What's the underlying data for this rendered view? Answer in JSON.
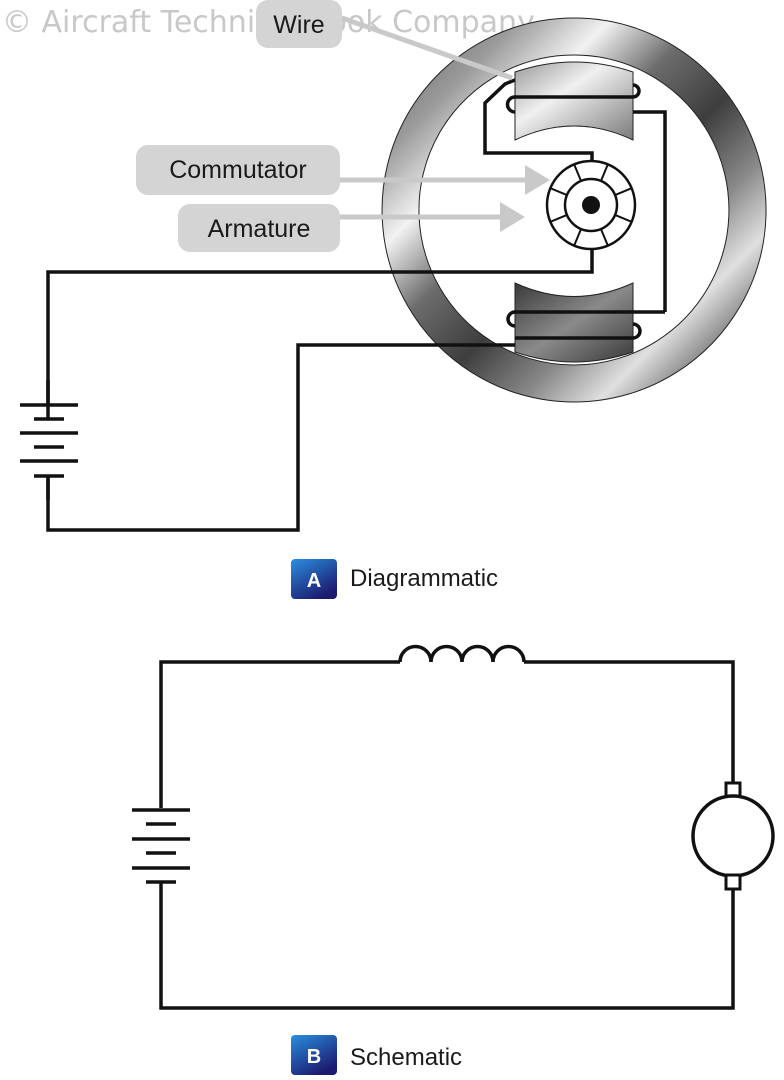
{
  "watermark": "© Aircraft Technical Book Company",
  "diagram_a": {
    "caption_letter": "A",
    "caption": "Diagrammatic",
    "labels": {
      "wire": "Wire",
      "commutator": "Commutator",
      "armature": "Armature"
    }
  },
  "diagram_b": {
    "caption_letter": "B",
    "caption": "Schematic"
  },
  "colors": {
    "badge_top": "#2a8fe0",
    "badge_bottom": "#1c1a6e",
    "label_bg": "#d4d4d4",
    "leader": "#c9c9c9",
    "wire": "#111111"
  }
}
